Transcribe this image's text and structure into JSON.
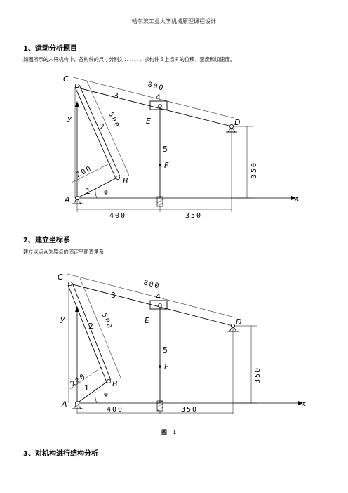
{
  "header": {
    "text": "哈尔滨工业大学机械原理课程设计"
  },
  "sections": [
    {
      "heading": "1、运动分析题目",
      "paragraph": "如图所示的六杆机构中，各构件的尺寸分别为：、，、、、，求构件５上点Ｆ的位移，速度和加速度。"
    },
    {
      "heading": "2、建立坐标系",
      "paragraph": "建立以点Ａ为原点的固定平面直角系"
    },
    {
      "heading": "3、对机构进行结构分析"
    }
  ],
  "figure": {
    "points": {
      "A": "A",
      "B": "B",
      "C": "C",
      "D": "D",
      "E": "E",
      "F": "F"
    },
    "members": {
      "m1": "1",
      "m2": "2",
      "m3": "3",
      "m4": "4",
      "m5": "5"
    },
    "axes": {
      "x": "x",
      "y": "y"
    },
    "angle": "φ",
    "dimensions": {
      "len_cd": "800",
      "len_bc": "500",
      "len_ab": "200",
      "height_d": "350",
      "base_left": "400",
      "base_right": "350"
    }
  },
  "figure_caption": "图　1"
}
